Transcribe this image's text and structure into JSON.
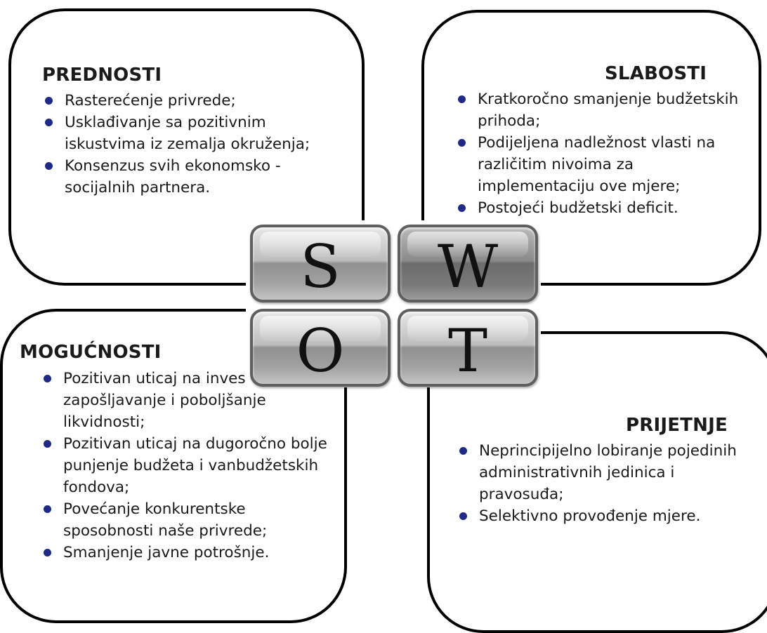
{
  "strengths": {
    "title": "PREDNOSTI",
    "items": [
      "Rasterećenje privrede;",
      "Usklađivanje sa pozitivnim iskustvima iz zemalja okruženja;",
      "Konsenzus svih ekonomsko - socijalnih partnera."
    ]
  },
  "weaknesses": {
    "title": "SLABOSTI",
    "items": [
      "Kratkoročno smanjenje budžetskih prihoda;",
      "Podijeljena nadležnost vlasti na različitim nivoima za implementaciju ove mjere;",
      "Postojeći budžetski deficit."
    ]
  },
  "opportunities": {
    "title": "MOGUĆNOSTI",
    "items": [
      "Pozitivan uticaj na investicije, zapošljavanje i poboljšanje likvidnosti;",
      "Pozitivan uticaj na dugoročno bolje punjenje budžeta i vanbudžetskih fondova;",
      "Povećanje konkurentske sposobnosti naše privrede;",
      "Smanjenje javne potrošnje."
    ]
  },
  "threats": {
    "title": "PRIJETNJE",
    "items": [
      "Neprincipijelno lobiranje pojedinih administrativnih jedinica i pravosuđa;",
      "Selektivno provođenje mjere."
    ]
  },
  "swot": {
    "s": "S",
    "w": "W",
    "o": "O",
    "t": "T"
  },
  "colors": {
    "bullet": "#1e2a86",
    "border": "#000000",
    "tile": "#a0a0a0"
  }
}
